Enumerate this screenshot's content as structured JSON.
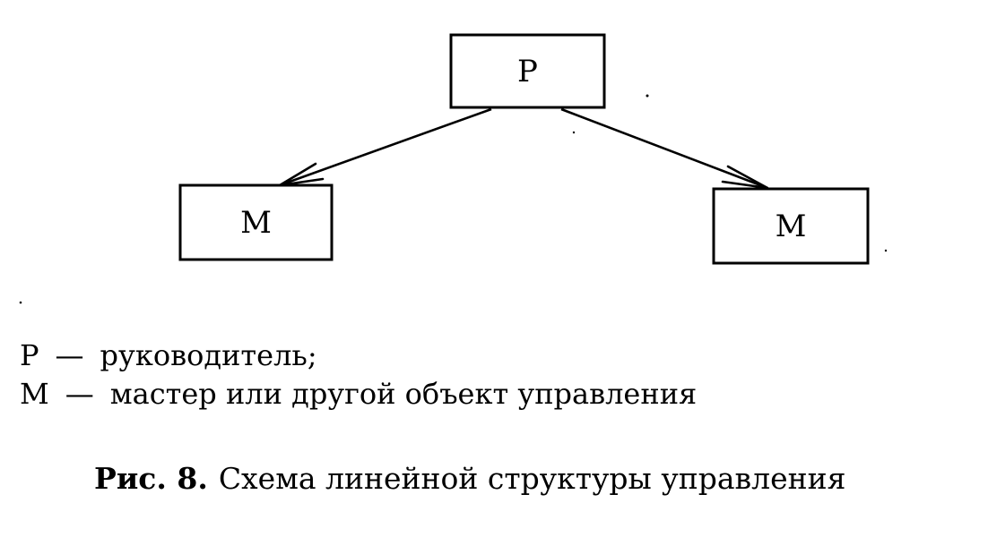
{
  "diagram": {
    "nodes": [
      {
        "id": "root",
        "label": "Р"
      },
      {
        "id": "left",
        "label": "М"
      },
      {
        "id": "right",
        "label": "М"
      }
    ],
    "edges": [
      {
        "from": "root",
        "to": "left"
      },
      {
        "from": "root",
        "to": "right"
      }
    ]
  },
  "legend": {
    "items": [
      {
        "symbol": "Р",
        "dash": "—",
        "text": "руководитель;"
      },
      {
        "symbol": "М",
        "dash": "—",
        "text": "мастер или другой объект управления"
      }
    ]
  },
  "caption": {
    "number": "Рис. 8.",
    "text": "Схема линейной структуры управления"
  }
}
